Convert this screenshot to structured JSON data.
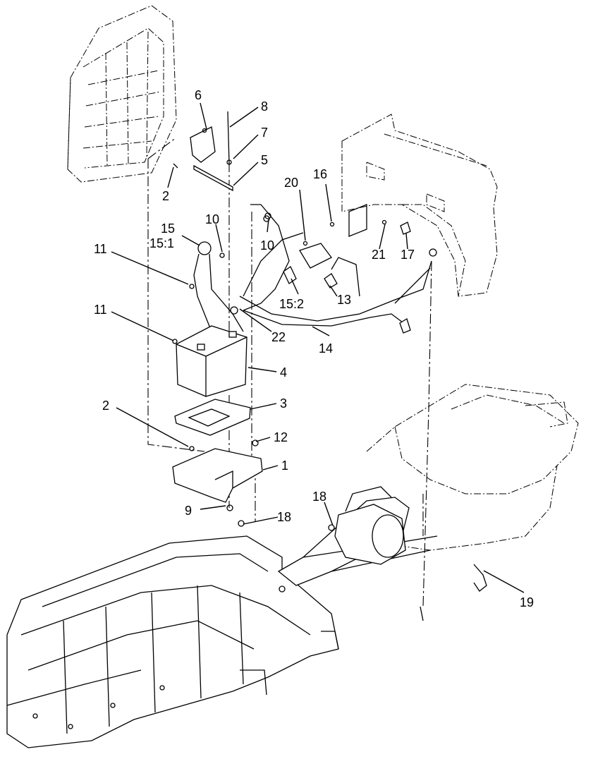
{
  "callouts": {
    "c6": "6",
    "c8": "8",
    "c7": "7",
    "c5": "5",
    "c2a": "2",
    "c20": "20",
    "c16": "16",
    "c10a": "10",
    "c15": "15",
    "c15_1": "15:1",
    "c10b": "10",
    "c21": "21",
    "c17": "17",
    "c11a": "11",
    "c13": "13",
    "c15_2": "15:2",
    "c11b": "11",
    "c22": "22",
    "c14": "14",
    "c4": "4",
    "c3": "3",
    "c2b": "2",
    "c12": "12",
    "c1": "1",
    "c9": "9",
    "c18a": "18",
    "c18b": "18",
    "c19": "19"
  }
}
